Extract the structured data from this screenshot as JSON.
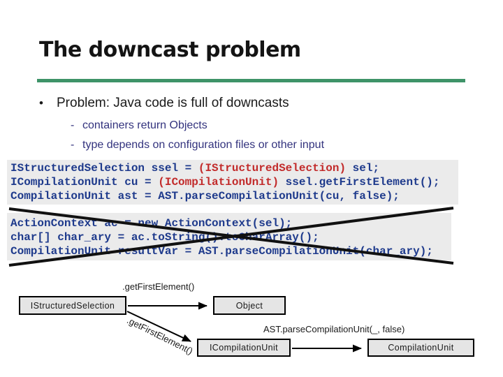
{
  "slide": {
    "title": "The downcast problem",
    "bullet_marker": "•",
    "bullet": "Problem: Java code is full of downcasts",
    "dash_marker": "-",
    "sub_bullets": [
      "containers return Objects",
      "type depends on configuration files or other input"
    ]
  },
  "code_block_1": {
    "line1_pre": "IStructuredSelection ssel = ",
    "line1_cast": "(IStructuredSelection)",
    "line1_post": " sel;",
    "line2_pre": "ICompilationUnit cu = ",
    "line2_cast": "(ICompilationUnit)",
    "line2_post": " ssel.getFirstElement();",
    "line3": "CompilationUnit ast = AST.parseCompilationUnit(cu, false);"
  },
  "code_block_2": {
    "line1": "ActionContext ac = new ActionContext(sel);",
    "line2": "char[] char_ary = ac.toString().toCharArray();",
    "line3": "CompilationUnit resultVar = AST.parseCompilationUnit(char_ary);",
    "crossed_out": true
  },
  "diagram": {
    "arrow1_label": ".getFirstElement()",
    "arrow2_label": ".getFirstElement()",
    "arrow3_label": "AST.parseCompilationUnit(_, false)",
    "boxes": [
      {
        "label": "IStructuredSelection"
      },
      {
        "label": "Object"
      },
      {
        "label": "ICompilationUnit"
      },
      {
        "label": "CompilationUnit"
      }
    ]
  },
  "colors": {
    "accent_green": "#3e9368",
    "code_text_navy": "#1e3a8c",
    "code_cast_red": "#c22b2b",
    "sub_bullet_blue": "#33337e",
    "code_background": "#ebebeb",
    "box_background": "#e5e5e5"
  }
}
